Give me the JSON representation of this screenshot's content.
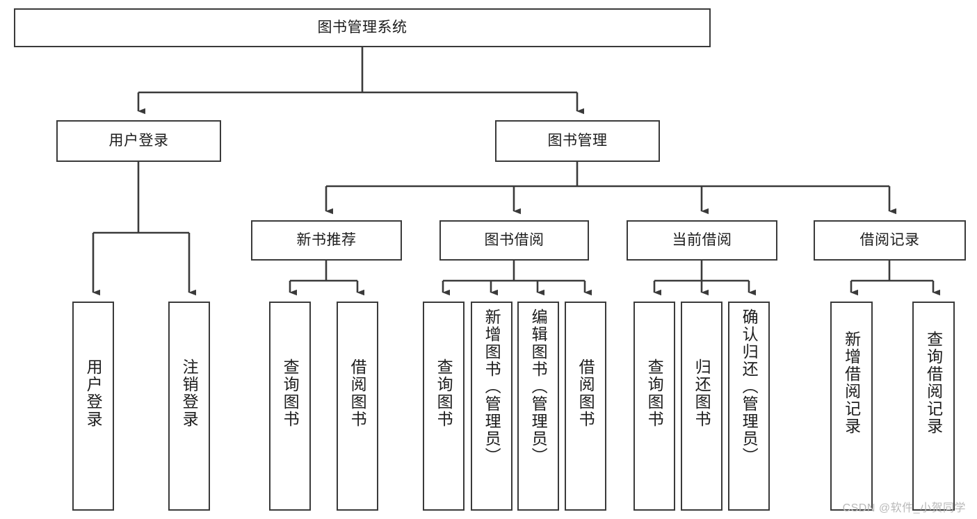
{
  "diagram": {
    "title": "图书管理系统",
    "type": "tree",
    "root": {
      "label": "图书管理系统"
    },
    "level1": [
      {
        "label": "用户登录"
      },
      {
        "label": "图书管理"
      }
    ],
    "level2": [
      {
        "label": "新书推荐"
      },
      {
        "label": "图书借阅"
      },
      {
        "label": "当前借阅"
      },
      {
        "label": "借阅记录"
      }
    ],
    "leaves": {
      "user_login": [
        {
          "label": "用户登录"
        },
        {
          "label": "注销登录"
        }
      ],
      "new_book_recommend": [
        {
          "label": "查询图书"
        },
        {
          "label": "借阅图书"
        }
      ],
      "book_borrow": [
        {
          "label": "查询图书"
        },
        {
          "label": "新增图书（管理员）"
        },
        {
          "label": "编辑图书（管理员）"
        },
        {
          "label": "借阅图书"
        }
      ],
      "current_borrow": [
        {
          "label": "查询图书"
        },
        {
          "label": "归还图书"
        },
        {
          "label": "确认归还（管理员）"
        }
      ],
      "borrow_record": [
        {
          "label": "新增借阅记录"
        },
        {
          "label": "查询借阅记录"
        }
      ]
    }
  },
  "watermark": {
    "text": "CSDN @软件_小贺同学"
  },
  "colors": {
    "stroke": "#3a3a3a",
    "text": "#1c1c1c",
    "background": "#ffffff",
    "watermark": "#b9b9b9"
  }
}
